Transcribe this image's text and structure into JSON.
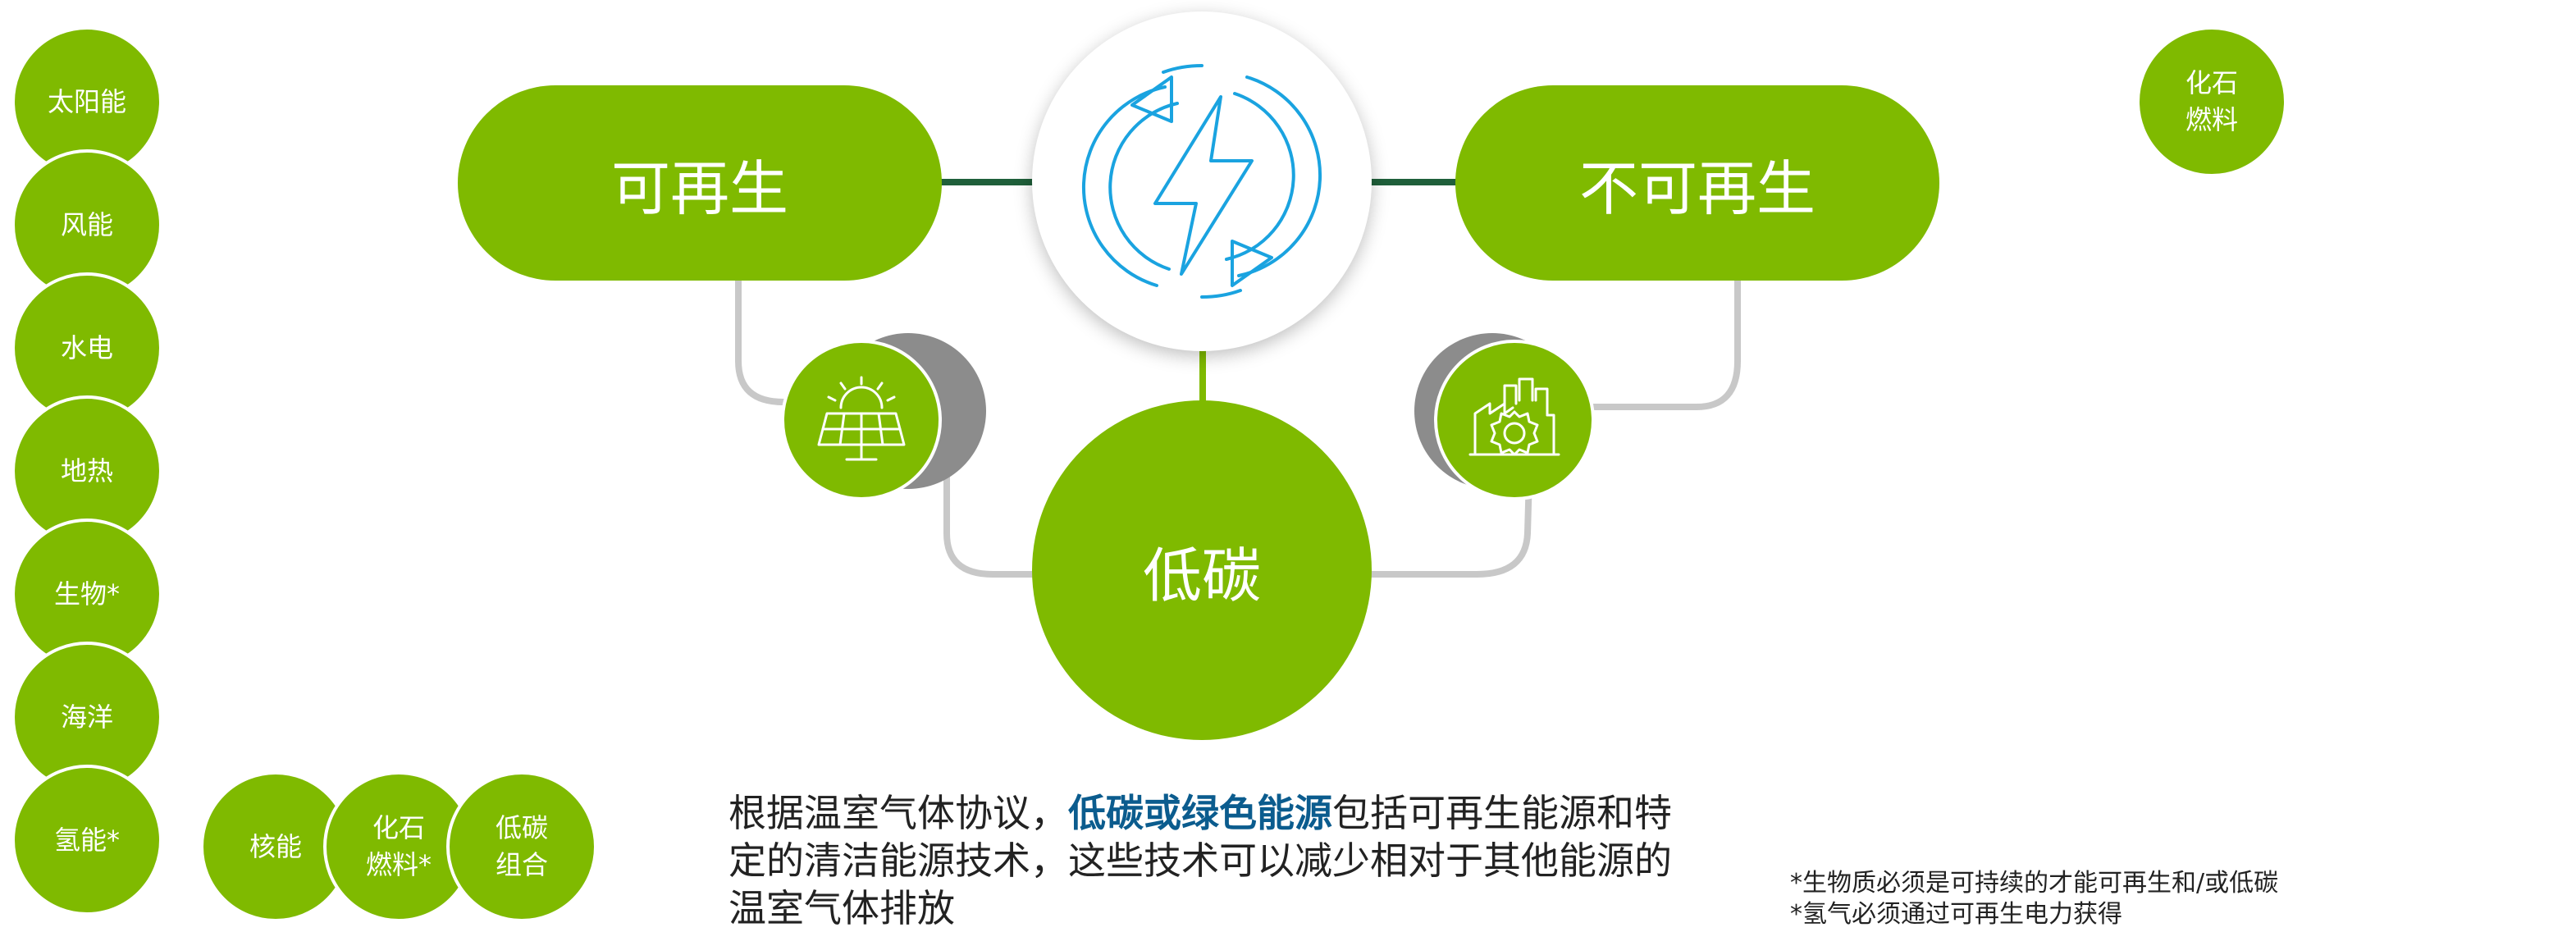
{
  "left_column": {
    "items": [
      "太阳能",
      "风能",
      "水电",
      "地热",
      "生物*",
      "海洋",
      "氢能*"
    ]
  },
  "bottom_row": {
    "items": [
      "核能",
      "化石\n燃料*",
      "低碳\n组合"
    ]
  },
  "top_right_circle": {
    "label": "化石\n燃料"
  },
  "diagram": {
    "renewable_label": "可再生",
    "nonrenewable_label": "不可再生",
    "lowcarbon_label": "低碳",
    "center_icon": "energy-cycle-icon",
    "left_icon": "solar-panel-icon",
    "right_icon": "industry-gear-icon"
  },
  "description": {
    "prefix": "根据温室气体协议，",
    "highlight": "低碳或绿色能源",
    "suffix": "包括可再生能源和特定的清洁能源技术，这些技术可以减少相对于其他能源的温室气体排放"
  },
  "footnotes": {
    "line1": "*生物质必须是可持续的才能可再生和/或低碳",
    "line2": "*氢气必须通过可再生电力获得"
  },
  "colors": {
    "green": "#7fba00",
    "dark_green": "#1f5f3a",
    "grey": "#c8c8c8",
    "icon_blue": "#1aa3e0",
    "highlight_blue": "#0b5c8e"
  }
}
